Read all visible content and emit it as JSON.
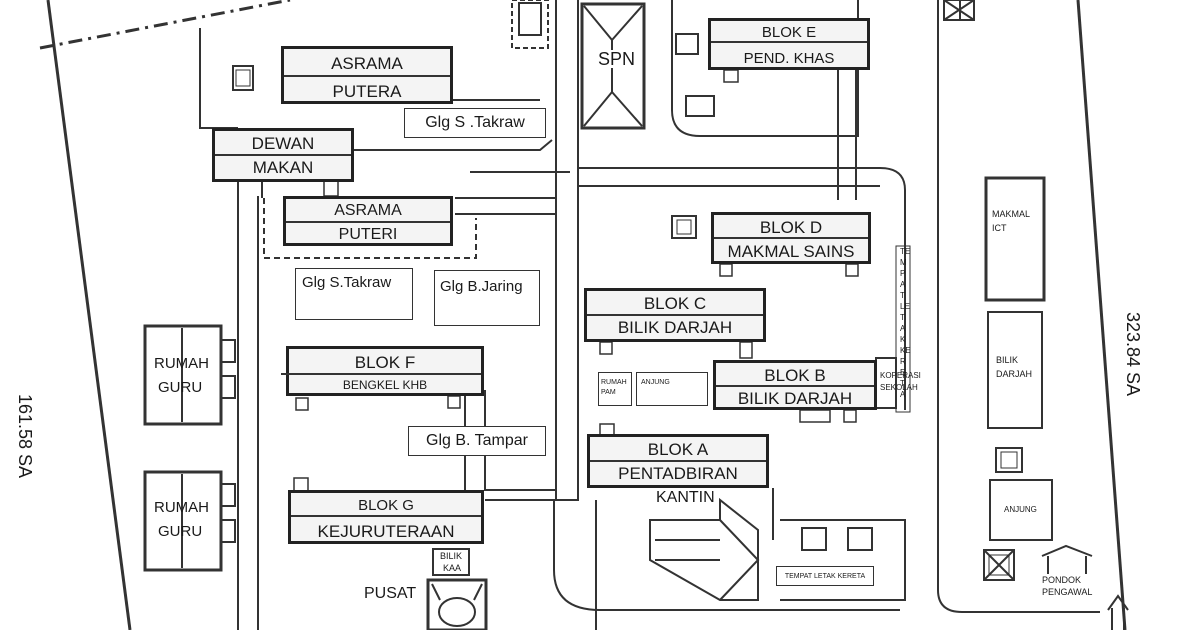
{
  "map": {
    "blocks": {
      "asrama_putera": [
        "ASRAMA",
        "PUTERA"
      ],
      "dewan_makan": [
        "DEWAN",
        "MAKAN"
      ],
      "asrama_puteri": [
        "ASRAMA",
        "PUTERI"
      ],
      "blok_e": [
        "BLOK E",
        "PEND. KHAS"
      ],
      "blok_d": [
        "BLOK D",
        "MAKMAL SAINS"
      ],
      "blok_c": [
        "BLOK C",
        "BILIK DARJAH"
      ],
      "blok_b": [
        "BLOK B",
        "BILIK DARJAH"
      ],
      "blok_a": [
        "BLOK A",
        "PENTADBIRAN"
      ],
      "blok_f": [
        "BLOK F",
        "BENGKEL KHB"
      ],
      "blok_g": [
        "BLOK G",
        "KEJURUTERAAN"
      ]
    },
    "labels": {
      "spn": "SPN",
      "glg_s_takraw_top": "Glg S .Takraw",
      "glg_s_takraw": "Glg S.Takraw",
      "glg_b_jaring": "Glg B.Jaring",
      "glg_b_tampar": "Glg B. Tampar",
      "rumah_guru": [
        "RUMAH",
        "GURU"
      ],
      "rumah_pam": [
        "RUMAH",
        "PAM"
      ],
      "anjung_small": "ANJUNG",
      "kantin": "KANTIN",
      "bilik_kaa": [
        "BILIK",
        "KAA"
      ],
      "pusat": "PUSAT",
      "makmal_ict": [
        "MAKMAL",
        "ICT"
      ],
      "bilik_darjah_right": [
        "BILIK",
        "DARJAH"
      ],
      "anjung_right": "ANJUNG",
      "koperasi": [
        "KOPERASI",
        "SEKOLAH"
      ],
      "tempat_letak_kereta": "TEMPAT LETAK KERETA",
      "pondok_pengawal": [
        "PONDOK",
        "PENGAWAL"
      ],
      "bearing_left": "161.58 SA",
      "bearing_right": "323.84 SA",
      "vertical_text": [
        "TE",
        "M",
        "P",
        "A",
        "T",
        "LE",
        "T",
        "A",
        "K",
        "KE",
        "R",
        "E",
        "T",
        "A"
      ]
    }
  }
}
